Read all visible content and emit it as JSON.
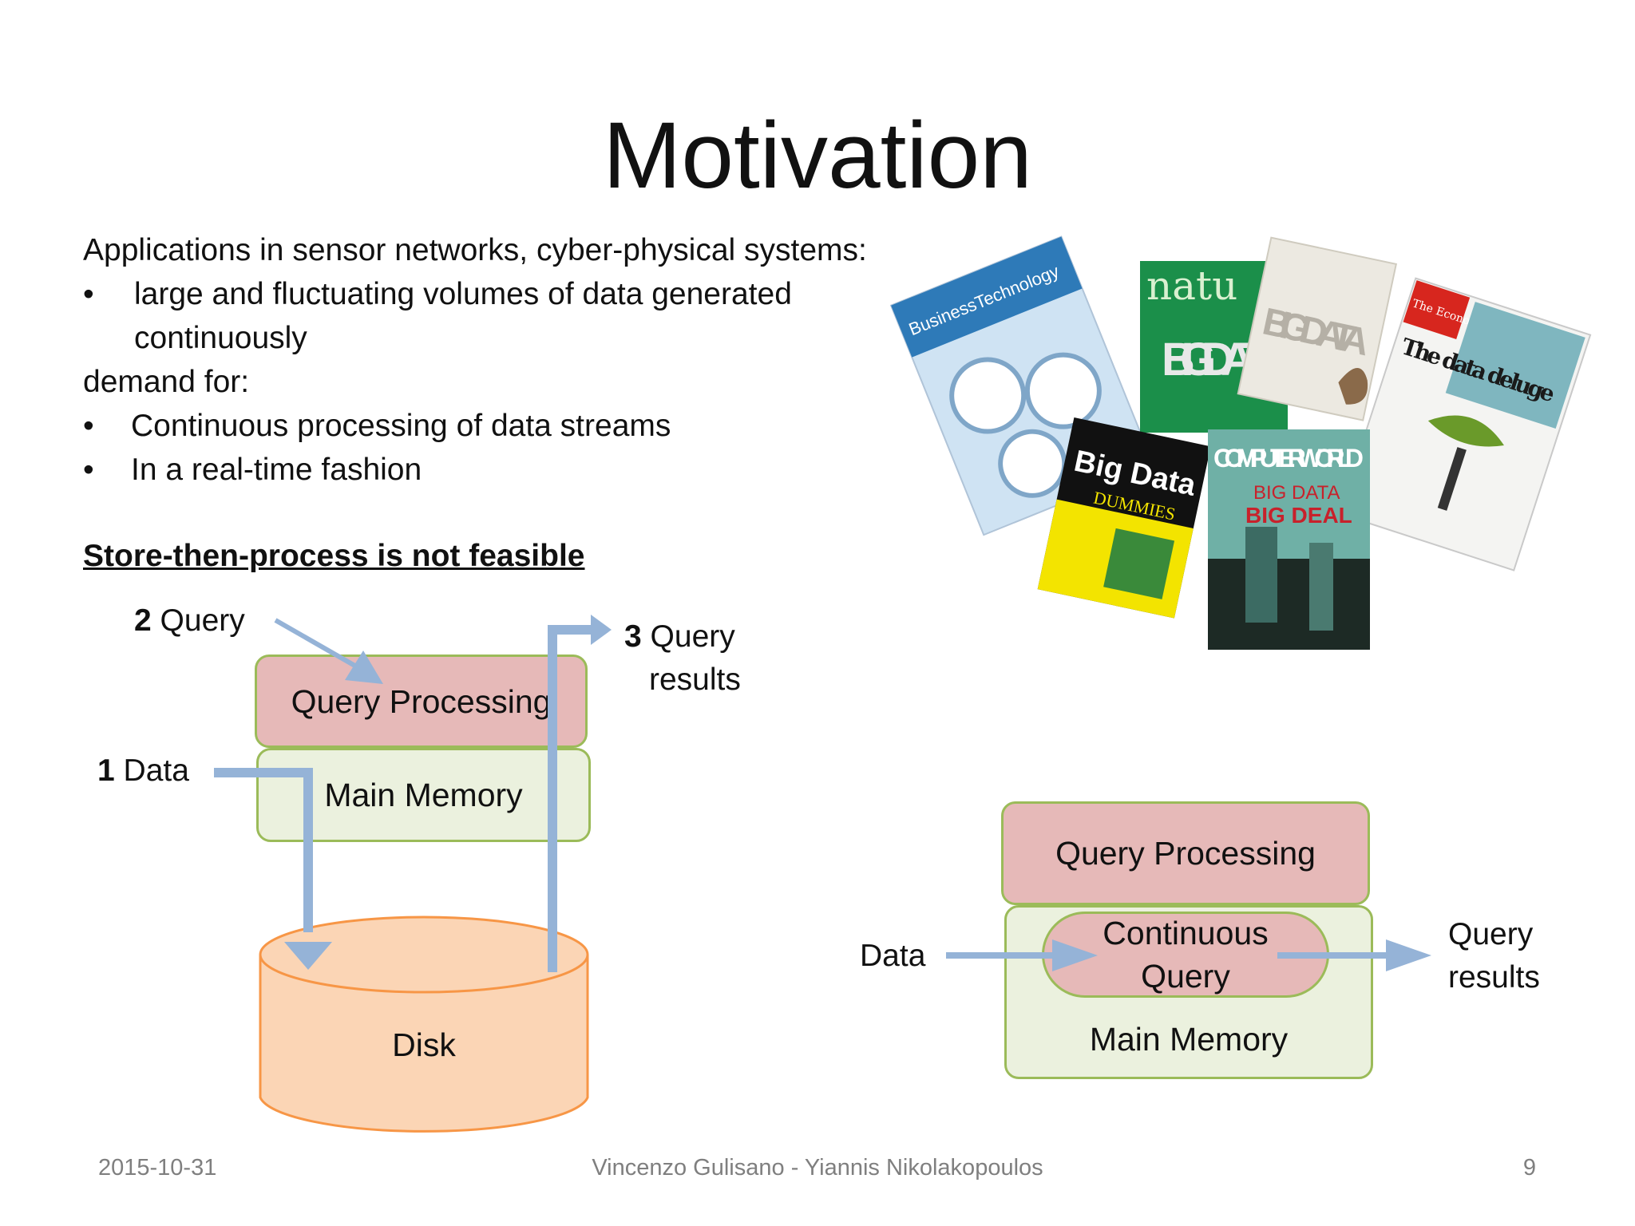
{
  "title": "Motivation",
  "intro": {
    "lead": "Applications in sensor networks, cyber-physical systems:",
    "bullets1": [
      "large and fluctuating volumes of data generated continuously"
    ],
    "lead2": "demand for:",
    "bullets2": [
      "Continuous processing of data streams",
      "In a real-time fashion"
    ]
  },
  "section_heading": "Store-then-process is not feasible",
  "left_diagram": {
    "step2_num": "2",
    "step2_label": "Query",
    "step3_num": "3",
    "step3_label1": "Query",
    "step3_label2": "results",
    "step1_num": "1",
    "step1_label": "Data",
    "query_processing": "Query Processing",
    "main_memory": "Main Memory",
    "disk": "Disk"
  },
  "right_diagram": {
    "query_processing": "Query Processing",
    "continuous_query_1": "Continuous",
    "continuous_query_2": "Query",
    "main_memory": "Main Memory",
    "data_label": "Data",
    "results_1": "Query",
    "results_2": "results"
  },
  "covers": [
    {
      "text": "BusinessTechnology"
    },
    {
      "text": "natu"
    },
    {
      "text": "BIG DATA"
    },
    {
      "text": "BIG DATA"
    },
    {
      "text": "The Economist"
    },
    {
      "text": "The data deluge"
    },
    {
      "text": "Big Data"
    },
    {
      "text": "DUMMIES"
    },
    {
      "text": "COMPUTERWORLD"
    },
    {
      "text": "BIG DATA"
    },
    {
      "text": "BIG DEAL"
    }
  ],
  "footer": {
    "date": "2015-10-31",
    "authors": "Vincenzo Gulisano - Yiannis Nikolakopoulos",
    "page": "9"
  },
  "colors": {
    "pink_box": "#e6b9b8",
    "green_box": "#ebf1de",
    "box_border": "#9bbb59",
    "disk_fill": "#fbd5b5",
    "disk_border": "#f79646",
    "arrow": "#95b3d7"
  }
}
